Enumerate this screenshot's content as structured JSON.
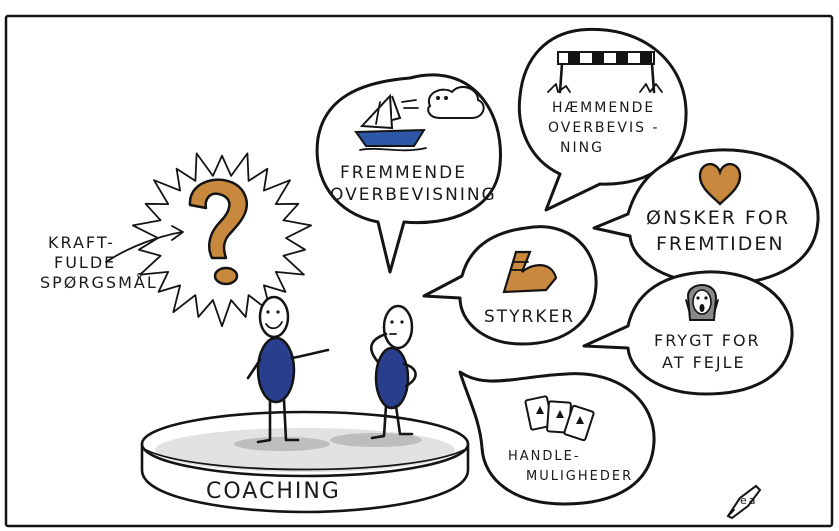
{
  "labels": {
    "kraftfulde_line1": "KRAFT-",
    "kraftfulde_line2": "FULDE",
    "kraftfulde_line3": "SPØRGSMÅL",
    "fremmende_line1": "FREMMENDE",
    "fremmende_line2": "OVERBEVISNING",
    "haemmende_line1": "HÆMMENDE",
    "haemmende_line2": "OVERBEVIS -",
    "haemmende_line3": "NING",
    "onsker_line1": "ØNSKER FOR",
    "onsker_line2": "FREMTIDEN",
    "styrker": "STYRKER",
    "frygt_line1": "FRYGT FOR",
    "frygt_line2": "AT FEJLE",
    "handle_line1": "HANDLE-",
    "handle_line2": "MULIGHEDER",
    "stage": "COACHING",
    "signature": "ea"
  },
  "icons": {
    "question": "question-mark-icon",
    "sailboat": "sailboat-icon",
    "barrier": "barrier-icon",
    "heart": "heart-icon",
    "arm": "flexed-arm-icon",
    "scream": "scream-face-icon",
    "cards": "playing-cards-icon",
    "pencil": "pencil-icon"
  },
  "colors": {
    "figure_blue": "#2a3e8e",
    "accent_orange": "#c8893f",
    "boat_blue": "#2f57a8",
    "shadow_grey": "#bdbdbd",
    "ink": "#141414"
  }
}
